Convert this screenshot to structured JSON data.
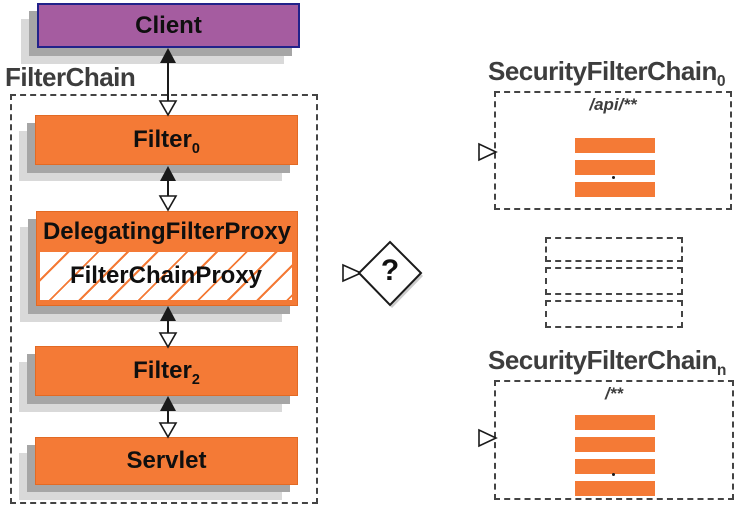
{
  "client_label": "Client",
  "filterchain_label": "FilterChain",
  "filter0": {
    "base": "Filter",
    "sub": "0"
  },
  "dfp_label": "DelegatingFilterProxy",
  "fcp_label": "FilterChainProxy",
  "filter2": {
    "base": "Filter",
    "sub": "2"
  },
  "servlet_label": "Servlet",
  "decision_label": "?",
  "chain0": {
    "base": "SecurityFilterChain",
    "sub": "0",
    "path": "/api/**",
    "filter_bars": 3
  },
  "chainN": {
    "base": "SecurityFilterChain",
    "sub": "n",
    "path": "/**",
    "filter_bars": 4
  },
  "ellipsis_box_count": 3,
  "colors": {
    "orange": "#f47a36",
    "purple": "#a55ca0",
    "purple_border": "#22228a",
    "shadow_dark": "#a6a6a6",
    "shadow_light": "#d9d9d9",
    "dash": "#444444",
    "arrow": "#1a1a1a"
  }
}
